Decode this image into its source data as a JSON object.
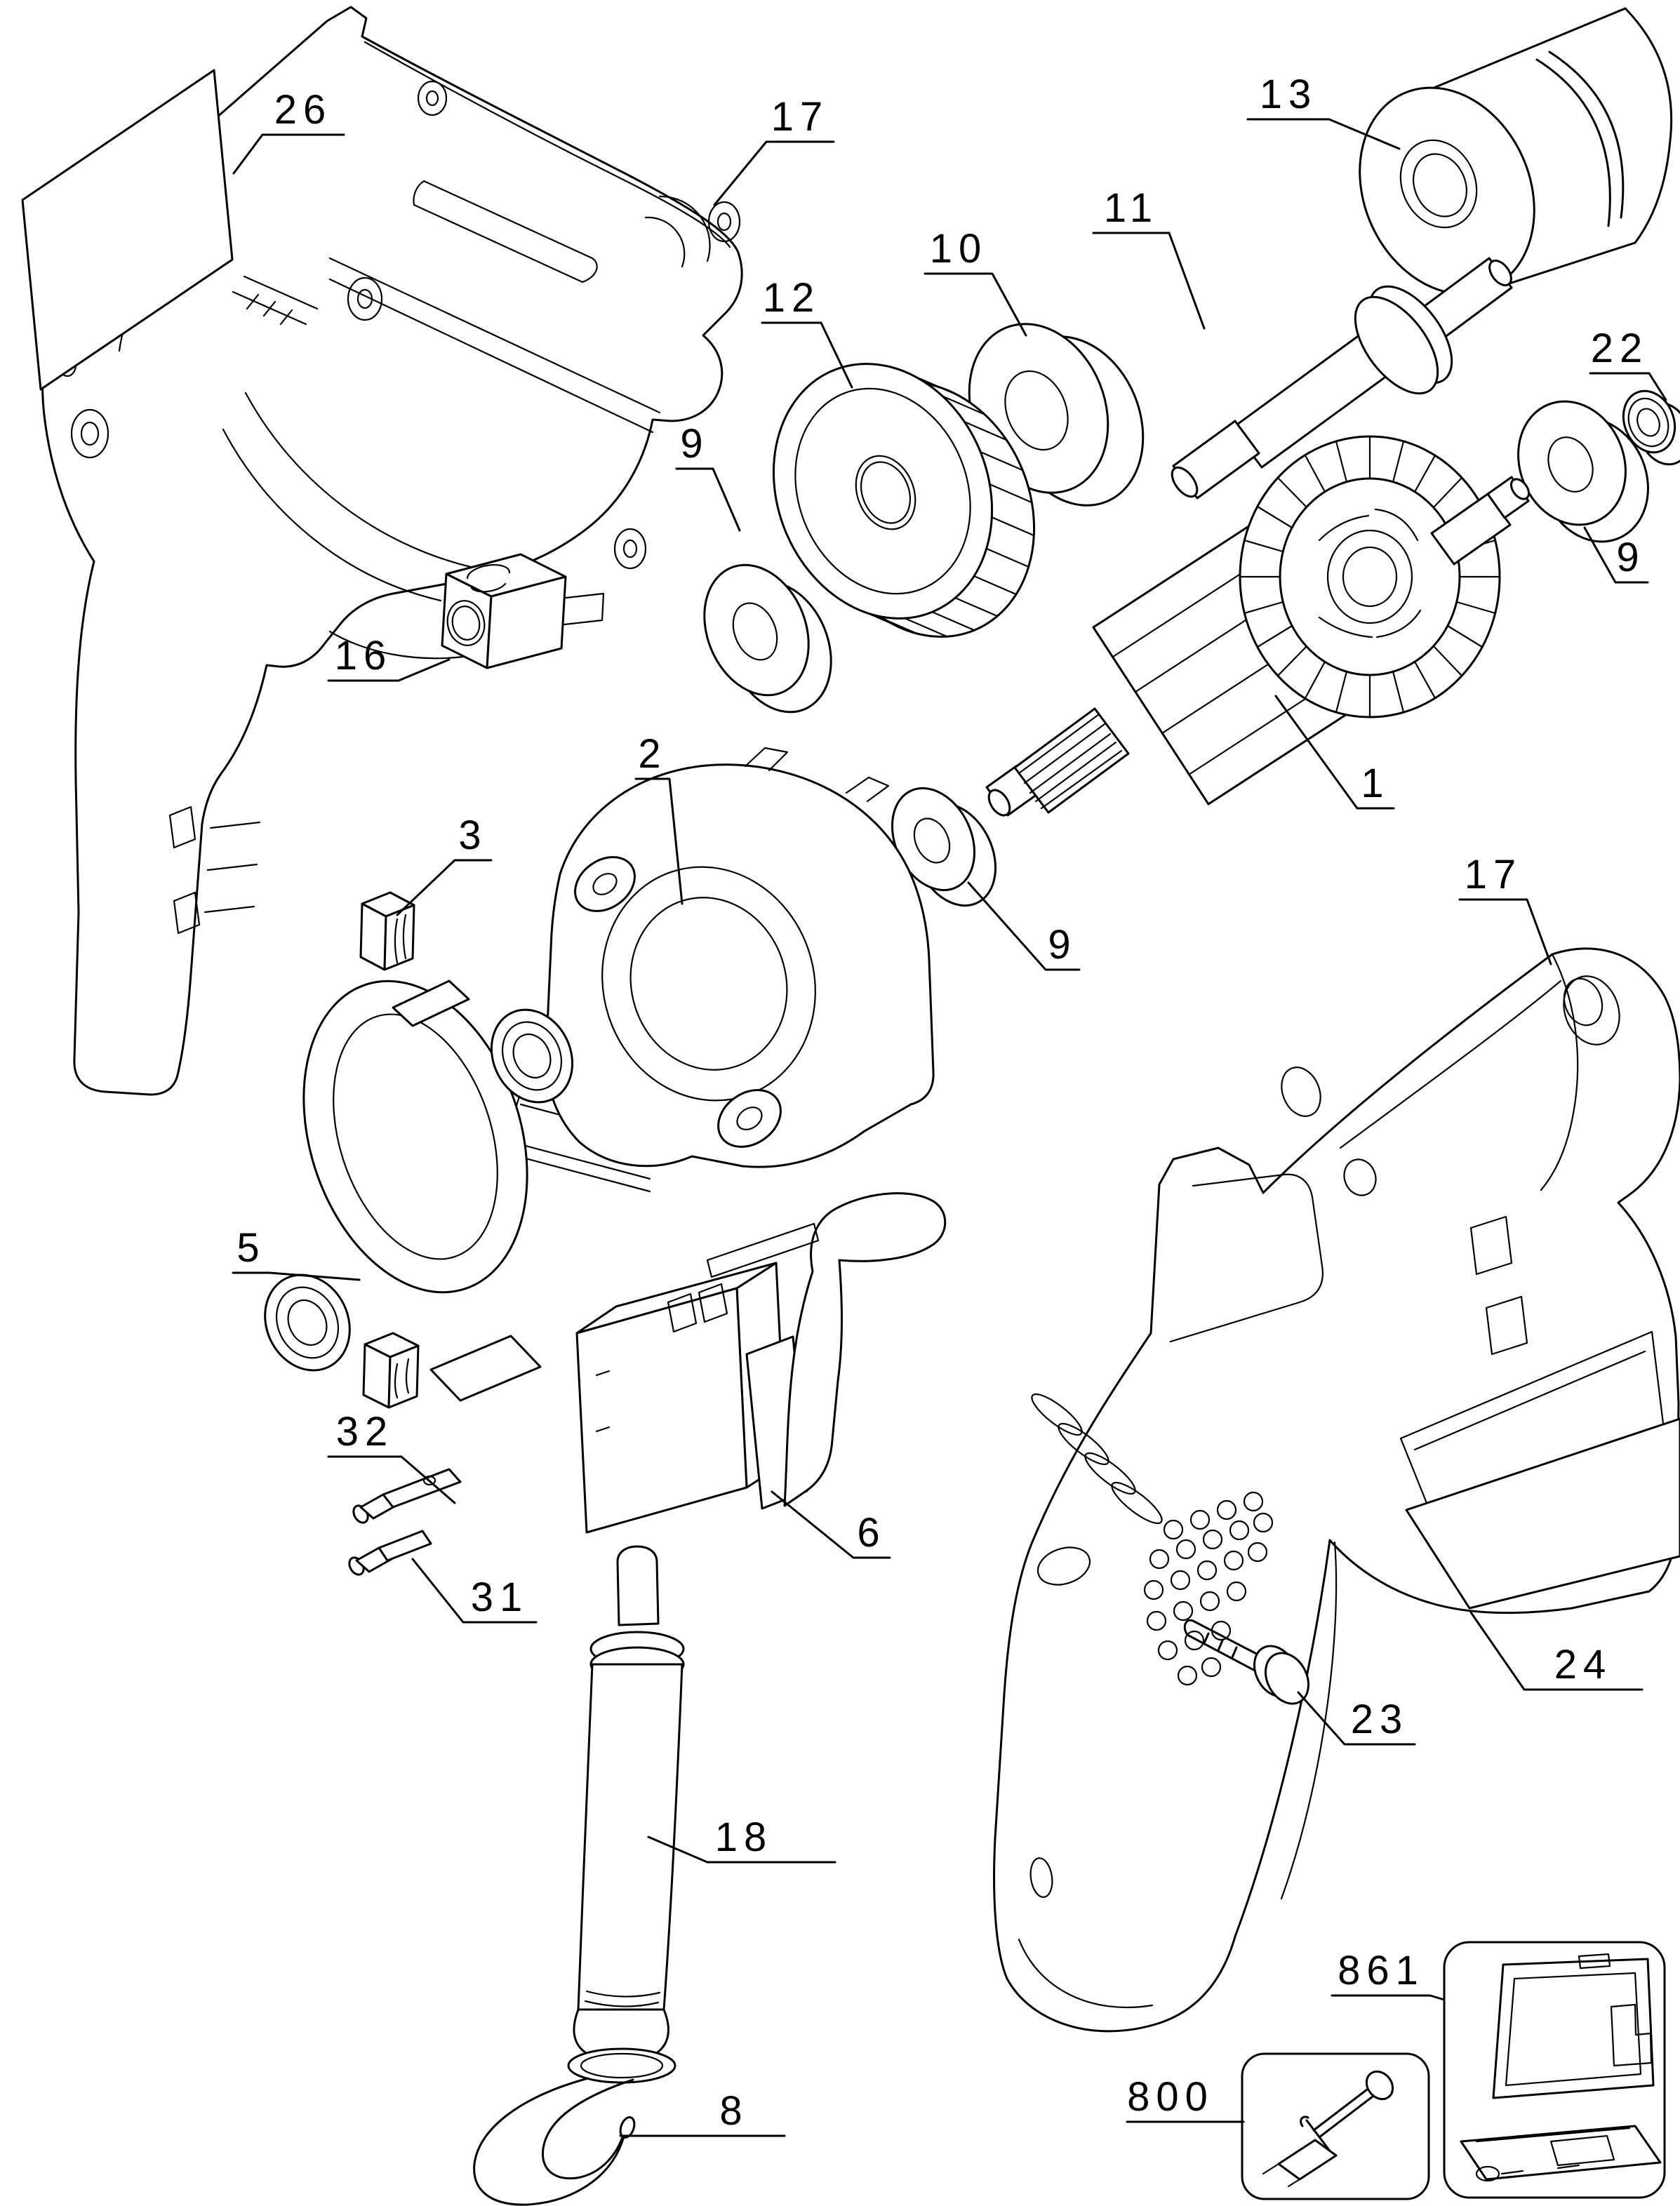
{
  "diagram": {
    "kind": "exploded-parts-diagram",
    "subject": "corded power drill",
    "background": "#ffffff",
    "line_color": "#000000",
    "text_color": "#000000"
  },
  "callouts": [
    {
      "id": "26",
      "part": "nameplate-label-left"
    },
    {
      "id": "17",
      "part": "housing-half-left"
    },
    {
      "id": "13",
      "part": "chuck"
    },
    {
      "id": "11",
      "part": "spindle"
    },
    {
      "id": "10",
      "part": "washer"
    },
    {
      "id": "12",
      "part": "gear"
    },
    {
      "id": "22",
      "part": "retaining-washer"
    },
    {
      "id": "9",
      "part": "bearing-front"
    },
    {
      "id": "9",
      "part": "washer-intermediate"
    },
    {
      "id": "16",
      "part": "bearing-block"
    },
    {
      "id": "2",
      "part": "field"
    },
    {
      "id": "3",
      "part": "brush-upper"
    },
    {
      "id": "1",
      "part": "armature"
    },
    {
      "id": "9",
      "part": "bearing-rear"
    },
    {
      "id": "17",
      "part": "housing-half-right"
    },
    {
      "id": "5",
      "part": "brush-holder"
    },
    {
      "id": "32",
      "part": "terminal-receptacle"
    },
    {
      "id": "31",
      "part": "terminal"
    },
    {
      "id": "6",
      "part": "switch"
    },
    {
      "id": "18",
      "part": "cord-protector"
    },
    {
      "id": "8",
      "part": "power-cord"
    },
    {
      "id": "23",
      "part": "screw"
    },
    {
      "id": "24",
      "part": "nameplate-label-right"
    },
    {
      "id": "861",
      "part": "kit-box"
    },
    {
      "id": "800",
      "part": "chuck-key-holder"
    }
  ]
}
